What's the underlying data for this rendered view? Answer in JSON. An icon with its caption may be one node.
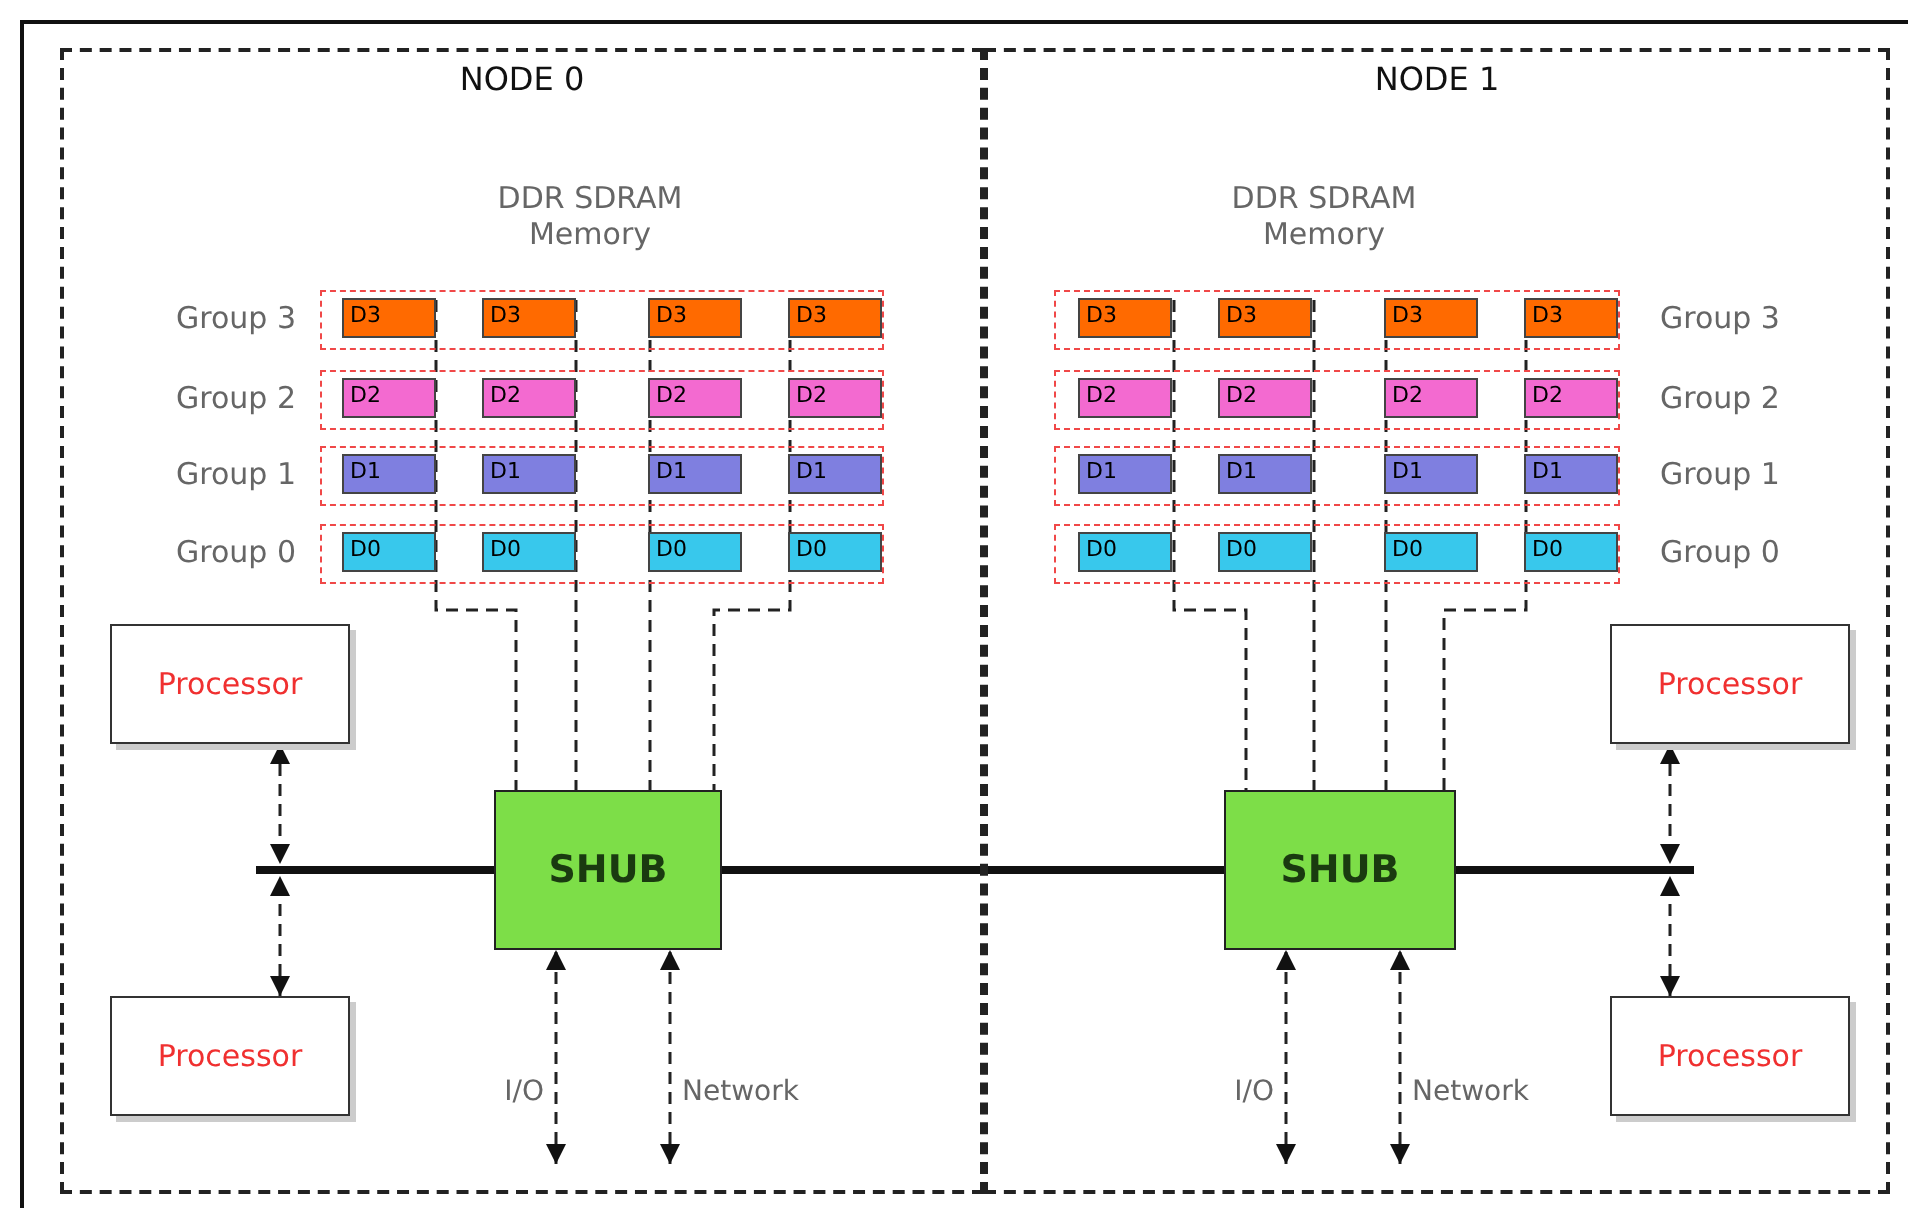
{
  "diagram": {
    "nodes": [
      {
        "text": [
          "NODE 0"
        ]
      },
      {
        "text": [
          "NODE 1"
        ]
      },
      {
        "text": [],
        "shape": "box",
        "in": 0,
        "beside": [
          "Group 3"
        ]
      },
      {
        "text": [
          "D3"
        ],
        "in": 2
      },
      {
        "text": [
          "D3"
        ],
        "in": 2
      },
      {
        "text": [
          "D3"
        ],
        "in": 2
      },
      {
        "text": [
          "D3"
        ],
        "in": 2
      },
      {
        "text": [],
        "shape": "box",
        "in": 0,
        "beside": [
          "Group 2"
        ]
      },
      {
        "text": [
          "D2"
        ],
        "in": 7
      },
      {
        "text": [
          "D2"
        ],
        "in": 7
      },
      {
        "text": [
          "D2"
        ],
        "in": 7
      },
      {
        "text": [
          "D2"
        ],
        "in": 7
      },
      {
        "text": [],
        "shape": "box",
        "in": 0,
        "beside": [
          "Group 1"
        ]
      },
      {
        "text": [
          "D1"
        ],
        "in": 12
      },
      {
        "text": [
          "D1"
        ],
        "in": 12
      },
      {
        "text": [
          "D1"
        ],
        "in": 12
      },
      {
        "text": [
          "D1"
        ],
        "in": 12
      },
      {
        "text": [],
        "shape": "box",
        "in": 0,
        "beside": [
          "Group 0"
        ]
      },
      {
        "text": [
          "D0"
        ],
        "in": 17
      },
      {
        "text": [
          "D0"
        ],
        "in": 17
      },
      {
        "text": [
          "D0"
        ],
        "in": 17
      },
      {
        "text": [
          "D0"
        ],
        "in": 17
      },
      {
        "text": [
          "Processor"
        ],
        "in": 0
      },
      {
        "text": [
          "SHUB"
        ],
        "in": 0
      },
      {
        "text": [
          "Processor"
        ],
        "in": 0
      },
      {
        "text": [],
        "shape": "box",
        "in": 1,
        "beside": [
          "Group 3"
        ]
      },
      {
        "text": [
          "D3"
        ],
        "in": 25
      },
      {
        "text": [
          "D3"
        ],
        "in": 25
      },
      {
        "text": [
          "D3"
        ],
        "in": 25
      },
      {
        "text": [
          "D3"
        ],
        "in": 25
      },
      {
        "text": [],
        "shape": "box",
        "in": 1,
        "beside": [
          "Group 2"
        ]
      },
      {
        "text": [
          "D2"
        ],
        "in": 30
      },
      {
        "text": [
          "D2"
        ],
        "in": 30
      },
      {
        "text": [
          "D2"
        ],
        "in": 30
      },
      {
        "text": [
          "D2"
        ],
        "in": 30
      },
      {
        "text": [],
        "shape": "box",
        "in": 1,
        "beside": [
          "Group 1"
        ]
      },
      {
        "text": [
          "D1"
        ],
        "in": 35
      },
      {
        "text": [
          "D1"
        ],
        "in": 35
      },
      {
        "text": [
          "D1"
        ],
        "in": 35
      },
      {
        "text": [
          "D1"
        ],
        "in": 35
      },
      {
        "text": [],
        "shape": "box",
        "in": 1,
        "beside": [
          "Group 0"
        ]
      },
      {
        "text": [
          "D0"
        ],
        "in": 40
      },
      {
        "text": [
          "D0"
        ],
        "in": 40
      },
      {
        "text": [
          "D0"
        ],
        "in": 40
      },
      {
        "text": [
          "D0"
        ],
        "in": 40
      },
      {
        "text": [
          "SHUB"
        ],
        "in": 1
      },
      {
        "text": [
          "Processor"
        ],
        "in": 1
      },
      {
        "text": [
          "Processor"
        ],
        "in": 1
      }
    ],
    "edges": [
      {
        "from": 3,
        "to": 23,
        "arrow": "none",
        "style": "dashed"
      },
      {
        "from": 4,
        "to": 23,
        "arrow": "none",
        "style": "dashed"
      },
      {
        "from": 5,
        "to": 23,
        "arrow": "none",
        "style": "dashed"
      },
      {
        "from": 6,
        "to": 23,
        "arrow": "none",
        "style": "dashed"
      },
      {
        "from": 26,
        "to": 45,
        "arrow": "none",
        "style": "dashed"
      },
      {
        "from": 27,
        "to": 45,
        "arrow": "none",
        "style": "dashed"
      },
      {
        "from": 28,
        "to": 45,
        "arrow": "none",
        "style": "dashed"
      },
      {
        "from": 29,
        "to": 45,
        "arrow": "none",
        "style": "dashed"
      },
      {
        "from": 22,
        "to": null,
        "arrow": "both",
        "style": "dashed"
      },
      {
        "from": 24,
        "to": null,
        "arrow": "both",
        "style": "dashed"
      },
      {
        "from": null,
        "to": 23,
        "arrow": "none",
        "style": "thick"
      },
      {
        "from": 46,
        "to": null,
        "arrow": "both",
        "style": "dashed"
      },
      {
        "from": 47,
        "to": null,
        "arrow": "both",
        "style": "dashed"
      },
      {
        "from": 45,
        "to": null,
        "arrow": "none",
        "style": "thick"
      },
      {
        "from": 23,
        "to": 45,
        "arrow": "none",
        "style": "thick"
      },
      {
        "from": null,
        "to": 23,
        "arrow": "both",
        "label": "I/O",
        "style": "dashed"
      },
      {
        "from": null,
        "to": 23,
        "arrow": "both",
        "label": "Network",
        "style": "dashed"
      },
      {
        "from": null,
        "to": 45,
        "arrow": "both",
        "label": "I/O",
        "style": "dashed"
      },
      {
        "from": null,
        "to": 45,
        "arrow": "both",
        "label": "Network",
        "style": "dashed"
      }
    ],
    "labels": [
      "DDR SDRAM Memory",
      "DDR SDRAM Memory"
    ]
  }
}
